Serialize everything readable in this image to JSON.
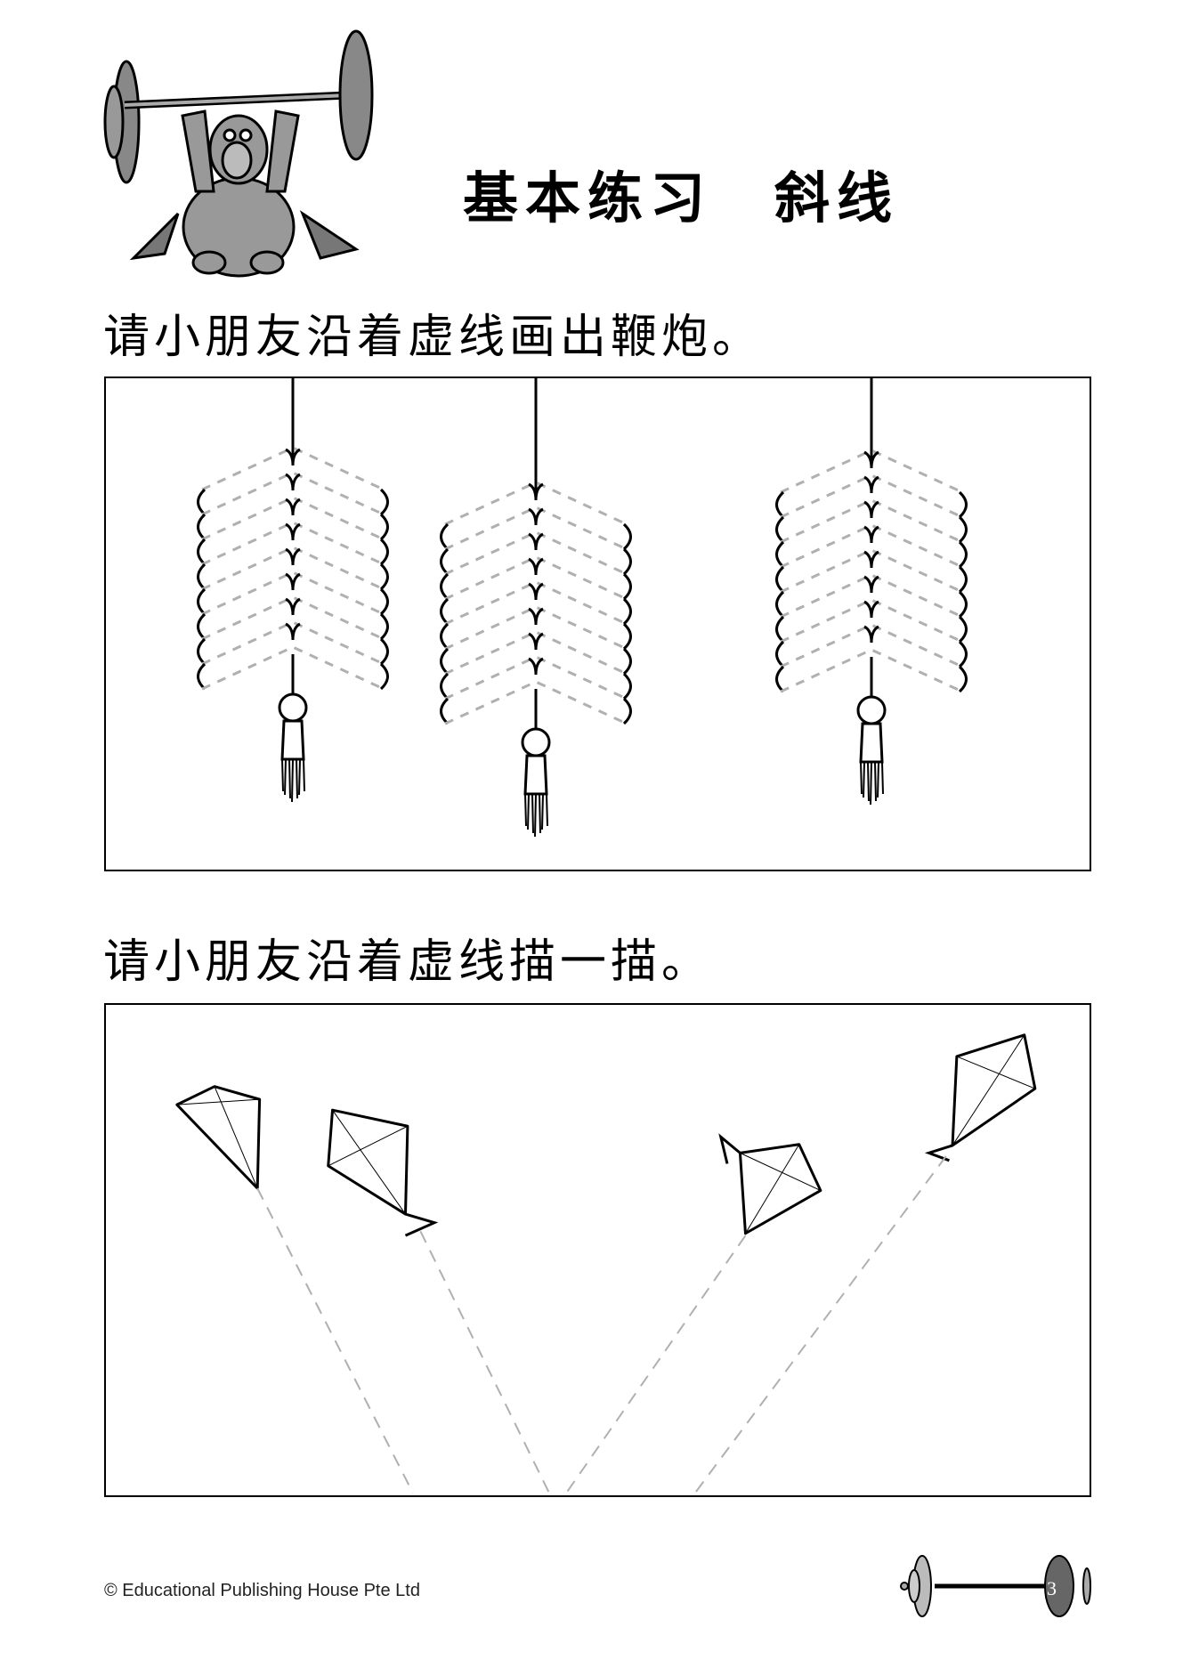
{
  "header": {
    "title": "基本练习　斜线",
    "mascot": "bear-lifting-barbell-illustration"
  },
  "sections": [
    {
      "instruction": "请小朋友沿着虚线画出鞭炮。",
      "exercise": "firecrackers",
      "count": 3
    },
    {
      "instruction": "请小朋友沿着虚线描一描。",
      "exercise": "kites",
      "count": 4
    }
  ],
  "footer": {
    "copyright": "© Educational Publishing House Pte Ltd",
    "page_number": "3"
  },
  "colors": {
    "ink": "#000000",
    "dashed": "#b0b0b0",
    "mascot_gray": "#8a8a8a"
  }
}
